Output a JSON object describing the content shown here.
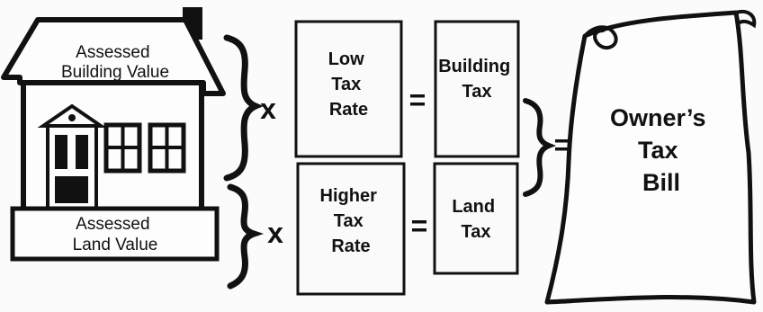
{
  "house": {
    "building_label": [
      "Assessed",
      "Building Value"
    ],
    "land_label": [
      "Assessed",
      "Land Value"
    ]
  },
  "operators": {
    "multiply": "x",
    "equals": "="
  },
  "boxes": {
    "low_rate": [
      "Low",
      "Tax",
      "Rate"
    ],
    "higher_rate": [
      "Higher",
      "Tax",
      "Rate"
    ],
    "building_tax": [
      "Building",
      "Tax"
    ],
    "land_tax": [
      "Land",
      "Tax"
    ]
  },
  "bill": [
    "Owner’s",
    "Tax",
    "Bill"
  ]
}
